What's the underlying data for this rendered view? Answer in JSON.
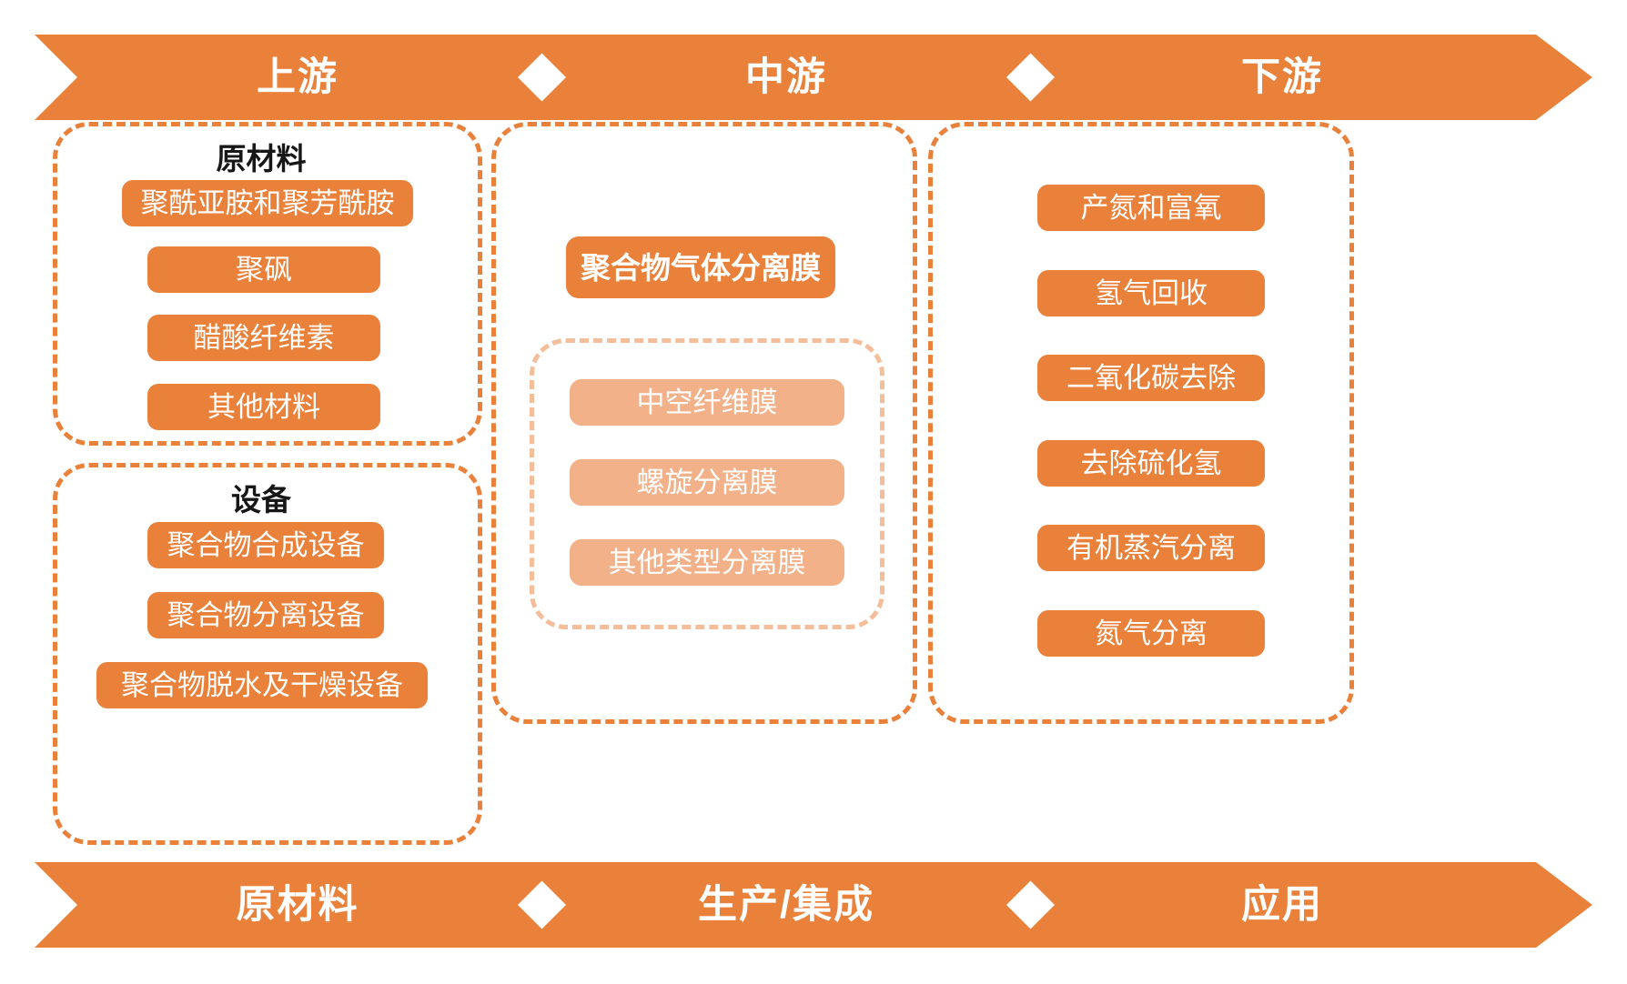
{
  "top_banner": {
    "segments": [
      {
        "label": "上游"
      },
      {
        "label": "中游"
      },
      {
        "label": "下游"
      }
    ]
  },
  "bottom_banner": {
    "segments": [
      {
        "label": "原材料"
      },
      {
        "label": "生产/集成"
      },
      {
        "label": "应用"
      }
    ]
  },
  "upstream": {
    "raw_materials": {
      "title": "原材料",
      "items": [
        "聚酰亚胺和聚芳酰胺",
        "聚砜",
        "醋酸纤维素",
        "其他材料"
      ]
    },
    "equipment": {
      "title": "设备",
      "items": [
        "聚合物合成设备",
        "聚合物分离设备",
        "聚合物脱水及干燥设备"
      ]
    }
  },
  "midstream": {
    "hero": "聚合物气体分离膜",
    "membrane_types": [
      "中空纤维膜",
      "螺旋分离膜",
      "其他类型分离膜"
    ]
  },
  "downstream": {
    "applications": [
      "产氮和富氧",
      "氢气回收",
      "二氧化碳去除",
      "去除硫化氢",
      "有机蒸汽分离",
      "氮气分离"
    ]
  },
  "colors": {
    "primary_orange": "#E9813B",
    "light_orange": "#F2B189",
    "dash_light": "#F3BE99",
    "text_dark": "#171717",
    "text_light": "#FFFFFF",
    "background": "#FFFFFF"
  }
}
